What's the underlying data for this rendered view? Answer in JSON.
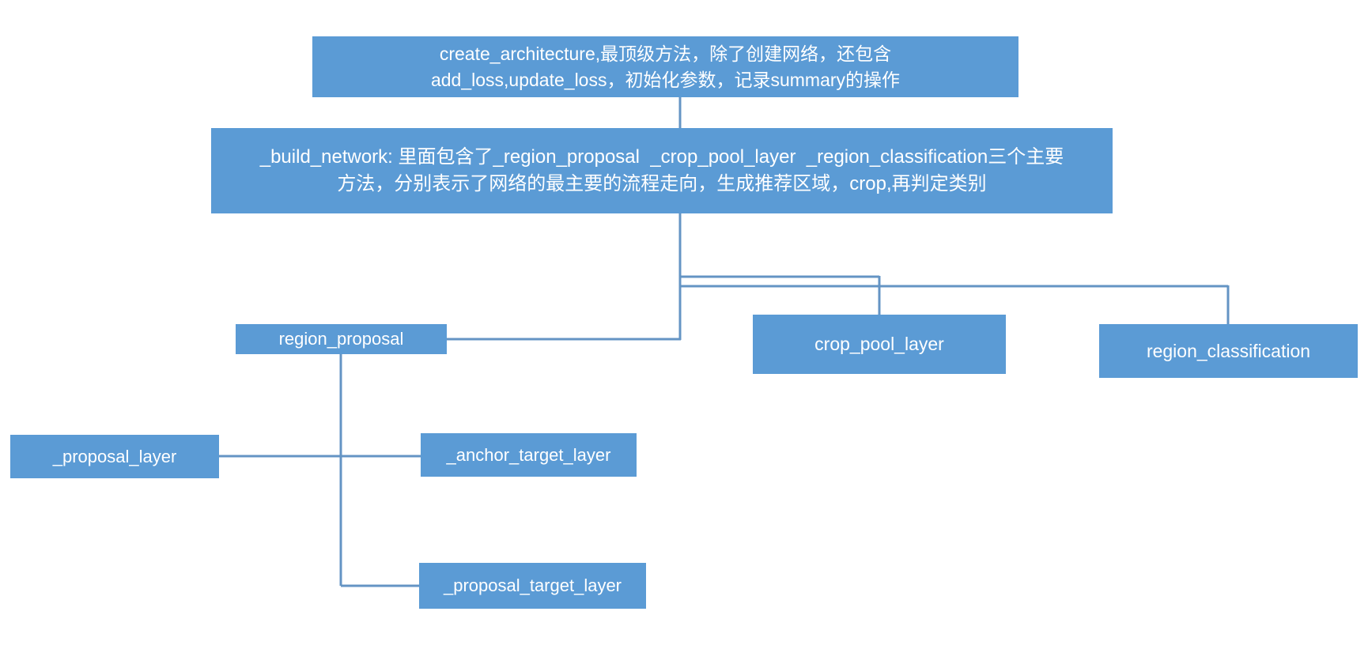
{
  "diagram": {
    "background": "#ffffff",
    "node_fill": "#5b9bd5",
    "text_color": "#ffffff",
    "connector_color": "#6494c4",
    "nodes": {
      "create_architecture": {
        "line1": "create_architecture,最顶级方法，除了创建网络，还包含",
        "line2": "add_loss,update_loss，初始化参数，记录summary的操作"
      },
      "build_network": {
        "line1": "_build_network: 里面包含了_region_proposal  _crop_pool_layer  _region_classification三个主要",
        "line2": "方法，分别表示了网络的最主要的流程走向，生成推荐区域，crop,再判定类别"
      },
      "region_proposal": {
        "label": "region_proposal"
      },
      "crop_pool_layer": {
        "label": "crop_pool_layer"
      },
      "region_classification": {
        "label": "region_classification"
      },
      "proposal_layer": {
        "label": "_proposal_layer"
      },
      "anchor_target_layer": {
        "label": "_anchor_target_layer"
      },
      "proposal_target_layer": {
        "label": "_proposal_target_layer"
      }
    }
  }
}
